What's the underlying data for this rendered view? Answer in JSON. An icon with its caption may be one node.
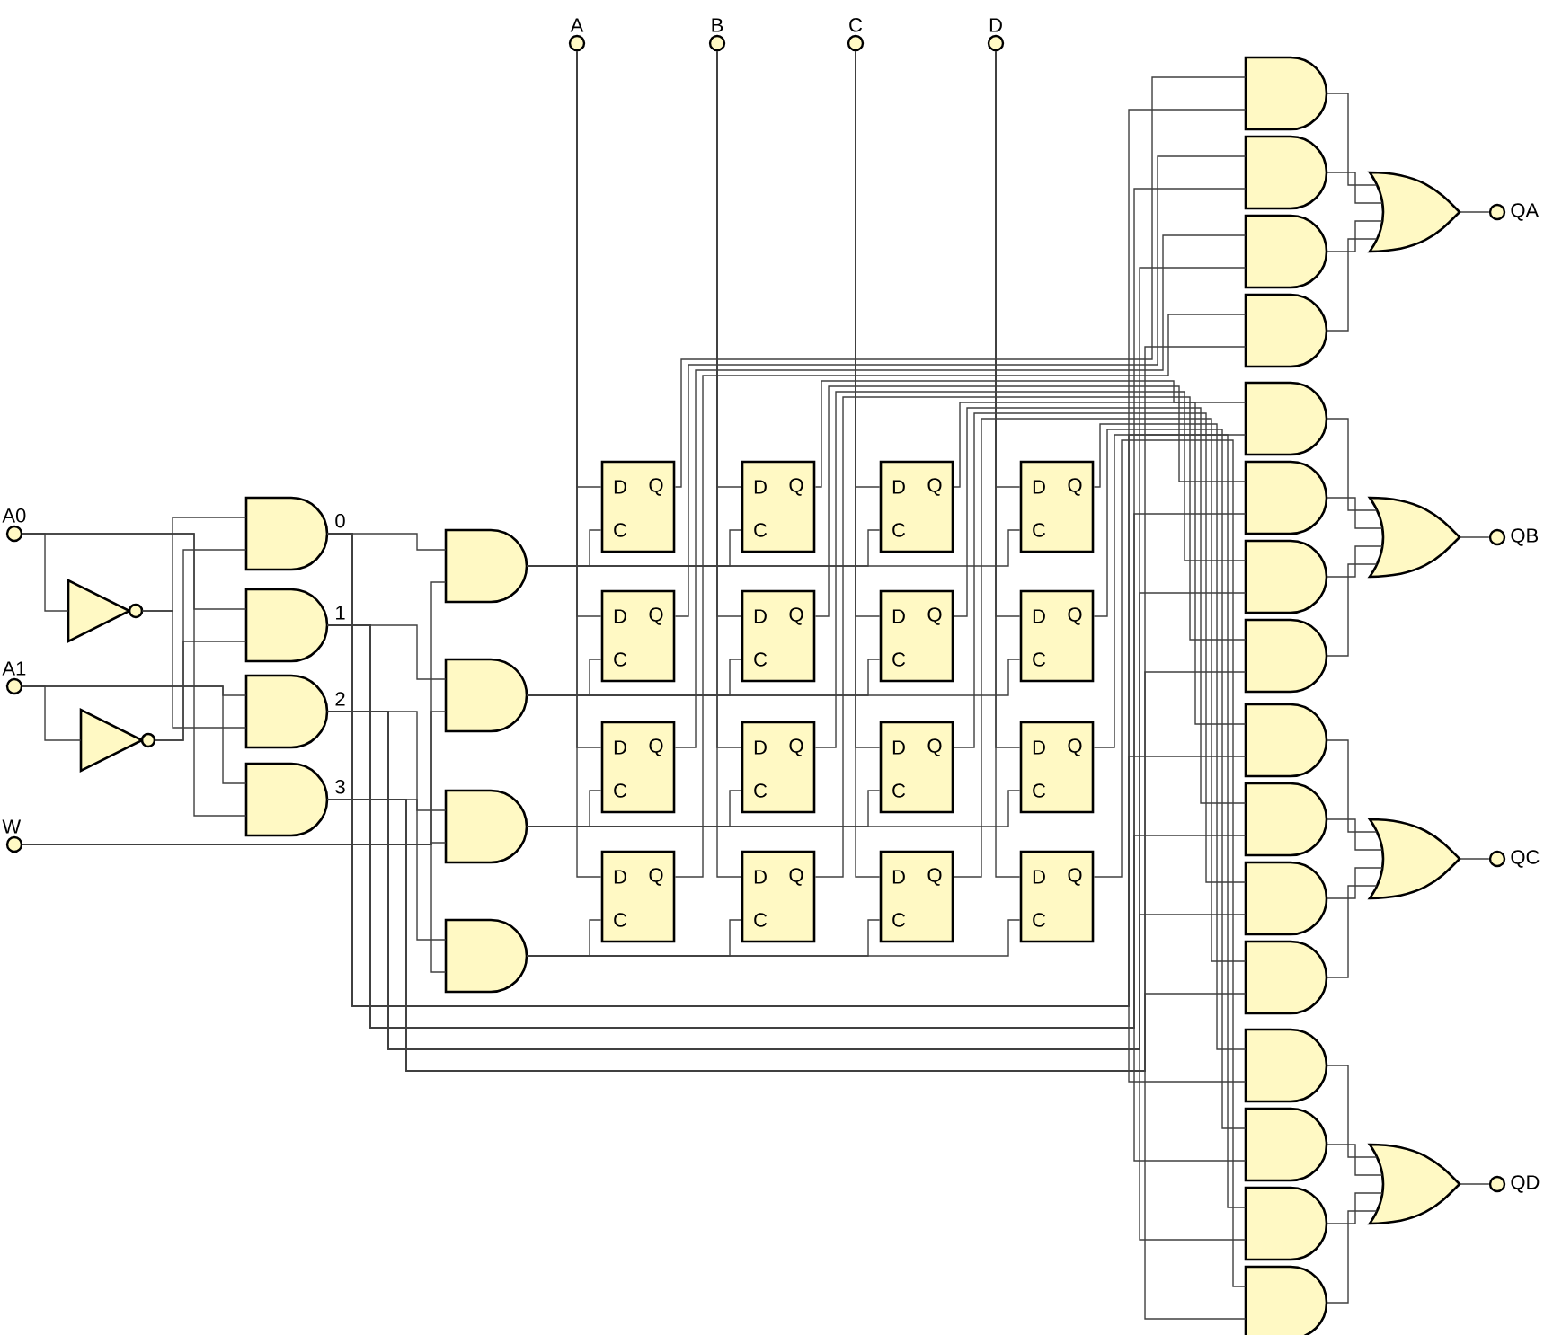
{
  "diagram": {
    "nodes": [
      {
        "text": [
          "A0"
        ]
      },
      {
        "text": [
          "A1"
        ]
      },
      {
        "text": [
          "W"
        ]
      },
      {
        "text": [
          "A"
        ]
      },
      {
        "text": [
          "B"
        ]
      },
      {
        "text": [
          "C"
        ]
      },
      {
        "text": [
          "D"
        ]
      },
      {
        "text": [],
        "shape": "triangle"
      },
      {
        "text": [],
        "shape": "triangle"
      },
      {
        "text": [],
        "shape": "gate",
        "beside": [
          "0"
        ]
      },
      {
        "text": [],
        "shape": "gate",
        "beside": [
          "1"
        ]
      },
      {
        "text": [],
        "shape": "gate",
        "beside": [
          "2"
        ]
      },
      {
        "text": [],
        "shape": "gate",
        "beside": [
          "3"
        ]
      },
      {
        "text": [],
        "shape": "gate"
      },
      {
        "text": [],
        "shape": "gate"
      },
      {
        "text": [],
        "shape": "gate"
      },
      {
        "text": [],
        "shape": "gate"
      },
      {
        "text": [
          "D",
          "Q",
          "C"
        ]
      },
      {
        "text": [
          "D",
          "Q",
          "C"
        ]
      },
      {
        "text": [
          "D",
          "Q",
          "C"
        ]
      },
      {
        "text": [
          "D",
          "Q",
          "C"
        ]
      },
      {
        "text": [
          "D",
          "Q",
          "C"
        ]
      },
      {
        "text": [
          "D",
          "Q",
          "C"
        ]
      },
      {
        "text": [
          "D",
          "Q",
          "C"
        ]
      },
      {
        "text": [
          "D",
          "Q",
          "C"
        ]
      },
      {
        "text": [
          "D",
          "Q",
          "C"
        ]
      },
      {
        "text": [
          "D",
          "Q",
          "C"
        ]
      },
      {
        "text": [
          "D",
          "Q",
          "C"
        ]
      },
      {
        "text": [
          "D",
          "Q",
          "C"
        ]
      },
      {
        "text": [
          "D",
          "Q",
          "C"
        ]
      },
      {
        "text": [
          "D",
          "Q",
          "C"
        ]
      },
      {
        "text": [
          "D",
          "Q",
          "C"
        ]
      },
      {
        "text": [
          "D",
          "Q",
          "C"
        ]
      },
      {
        "text": [],
        "shape": "gate"
      },
      {
        "text": [],
        "shape": "gate"
      },
      {
        "text": [],
        "shape": "gate"
      },
      {
        "text": [],
        "shape": "gate"
      },
      {
        "text": [],
        "shape": "gate"
      },
      {
        "text": [],
        "shape": "gate"
      },
      {
        "text": [],
        "shape": "gate"
      },
      {
        "text": [],
        "shape": "gate"
      },
      {
        "text": [],
        "shape": "gate"
      },
      {
        "text": [],
        "shape": "gate"
      },
      {
        "text": [],
        "shape": "gate"
      },
      {
        "text": [],
        "shape": "gate"
      },
      {
        "text": [],
        "shape": "gate"
      },
      {
        "text": [],
        "shape": "gate"
      },
      {
        "text": [],
        "shape": "gate"
      },
      {
        "text": [],
        "shape": "gate"
      },
      {
        "text": [],
        "shape": "shield"
      },
      {
        "text": [],
        "shape": "shield"
      },
      {
        "text": [],
        "shape": "shield"
      },
      {
        "text": [],
        "shape": "shield"
      },
      {
        "text": [
          "QA"
        ]
      },
      {
        "text": [
          "QB"
        ]
      },
      {
        "text": [
          "QC"
        ]
      },
      {
        "text": [
          "QD"
        ]
      }
    ],
    "edges": [
      {
        "from": 0,
        "to": 7,
        "arrow": "none"
      },
      {
        "from": 1,
        "to": 8,
        "arrow": "none"
      },
      {
        "from": 7,
        "to": 9,
        "arrow": "none"
      },
      {
        "from": 8,
        "to": 9,
        "arrow": "none"
      },
      {
        "from": 0,
        "to": 10,
        "arrow": "none"
      },
      {
        "from": 8,
        "to": 10,
        "arrow": "none"
      },
      {
        "from": 1,
        "to": 11,
        "arrow": "none"
      },
      {
        "from": 7,
        "to": 11,
        "arrow": "none"
      },
      {
        "from": 1,
        "to": 12,
        "arrow": "none"
      },
      {
        "from": 0,
        "to": 12,
        "arrow": "none"
      },
      {
        "from": 9,
        "to": 13,
        "arrow": "none"
      },
      {
        "from": 2,
        "to": 13,
        "arrow": "none"
      },
      {
        "from": 10,
        "to": 14,
        "arrow": "none"
      },
      {
        "from": 2,
        "to": 14,
        "arrow": "none"
      },
      {
        "from": 11,
        "to": 15,
        "arrow": "none"
      },
      {
        "from": 2,
        "to": 15,
        "arrow": "none"
      },
      {
        "from": 12,
        "to": 16,
        "arrow": "none"
      },
      {
        "from": 2,
        "to": 16,
        "arrow": "none"
      },
      {
        "from": 3,
        "to": 17,
        "arrow": "none"
      },
      {
        "from": 3,
        "to": 21,
        "arrow": "none"
      },
      {
        "from": 3,
        "to": 25,
        "arrow": "none"
      },
      {
        "from": 3,
        "to": 29,
        "arrow": "none"
      },
      {
        "from": 4,
        "to": 18,
        "arrow": "none"
      },
      {
        "from": 4,
        "to": 22,
        "arrow": "none"
      },
      {
        "from": 4,
        "to": 26,
        "arrow": "none"
      },
      {
        "from": 4,
        "to": 30,
        "arrow": "none"
      },
      {
        "from": 5,
        "to": 19,
        "arrow": "none"
      },
      {
        "from": 5,
        "to": 23,
        "arrow": "none"
      },
      {
        "from": 5,
        "to": 27,
        "arrow": "none"
      },
      {
        "from": 5,
        "to": 31,
        "arrow": "none"
      },
      {
        "from": 6,
        "to": 20,
        "arrow": "none"
      },
      {
        "from": 6,
        "to": 24,
        "arrow": "none"
      },
      {
        "from": 6,
        "to": 28,
        "arrow": "none"
      },
      {
        "from": 6,
        "to": 32,
        "arrow": "none"
      },
      {
        "from": 13,
        "to": 17,
        "arrow": "none"
      },
      {
        "from": 13,
        "to": 18,
        "arrow": "none"
      },
      {
        "from": 13,
        "to": 19,
        "arrow": "none"
      },
      {
        "from": 13,
        "to": 20,
        "arrow": "none"
      },
      {
        "from": 14,
        "to": 21,
        "arrow": "none"
      },
      {
        "from": 14,
        "to": 22,
        "arrow": "none"
      },
      {
        "from": 14,
        "to": 23,
        "arrow": "none"
      },
      {
        "from": 14,
        "to": 24,
        "arrow": "none"
      },
      {
        "from": 15,
        "to": 25,
        "arrow": "none"
      },
      {
        "from": 15,
        "to": 26,
        "arrow": "none"
      },
      {
        "from": 15,
        "to": 27,
        "arrow": "none"
      },
      {
        "from": 15,
        "to": 28,
        "arrow": "none"
      },
      {
        "from": 16,
        "to": 29,
        "arrow": "none"
      },
      {
        "from": 16,
        "to": 30,
        "arrow": "none"
      },
      {
        "from": 16,
        "to": 31,
        "arrow": "none"
      },
      {
        "from": 16,
        "to": 32,
        "arrow": "none"
      },
      {
        "from": 17,
        "to": 33,
        "arrow": "none"
      },
      {
        "from": 21,
        "to": 34,
        "arrow": "none"
      },
      {
        "from": 25,
        "to": 35,
        "arrow": "none"
      },
      {
        "from": 29,
        "to": 36,
        "arrow": "none"
      },
      {
        "from": 18,
        "to": 37,
        "arrow": "none"
      },
      {
        "from": 22,
        "to": 38,
        "arrow": "none"
      },
      {
        "from": 26,
        "to": 39,
        "arrow": "none"
      },
      {
        "from": 30,
        "to": 40,
        "arrow": "none"
      },
      {
        "from": 19,
        "to": 41,
        "arrow": "none"
      },
      {
        "from": 23,
        "to": 42,
        "arrow": "none"
      },
      {
        "from": 27,
        "to": 43,
        "arrow": "none"
      },
      {
        "from": 31,
        "to": 44,
        "arrow": "none"
      },
      {
        "from": 20,
        "to": 45,
        "arrow": "none"
      },
      {
        "from": 24,
        "to": 46,
        "arrow": "none"
      },
      {
        "from": 28,
        "to": 47,
        "arrow": "none"
      },
      {
        "from": 32,
        "to": 48,
        "arrow": "none"
      },
      {
        "from": 9,
        "to": 33,
        "arrow": "none"
      },
      {
        "from": 9,
        "to": 37,
        "arrow": "none"
      },
      {
        "from": 9,
        "to": 41,
        "arrow": "none"
      },
      {
        "from": 9,
        "to": 45,
        "arrow": "none"
      },
      {
        "from": 10,
        "to": 34,
        "arrow": "none"
      },
      {
        "from": 10,
        "to": 38,
        "arrow": "none"
      },
      {
        "from": 10,
        "to": 42,
        "arrow": "none"
      },
      {
        "from": 10,
        "to": 46,
        "arrow": "none"
      },
      {
        "from": 11,
        "to": 35,
        "arrow": "none"
      },
      {
        "from": 11,
        "to": 39,
        "arrow": "none"
      },
      {
        "from": 11,
        "to": 43,
        "arrow": "none"
      },
      {
        "from": 11,
        "to": 47,
        "arrow": "none"
      },
      {
        "from": 12,
        "to": 36,
        "arrow": "none"
      },
      {
        "from": 12,
        "to": 40,
        "arrow": "none"
      },
      {
        "from": 12,
        "to": 44,
        "arrow": "none"
      },
      {
        "from": 12,
        "to": 48,
        "arrow": "none"
      },
      {
        "from": 33,
        "to": 49,
        "arrow": "none"
      },
      {
        "from": 34,
        "to": 49,
        "arrow": "none"
      },
      {
        "from": 35,
        "to": 49,
        "arrow": "none"
      },
      {
        "from": 36,
        "to": 49,
        "arrow": "none"
      },
      {
        "from": 37,
        "to": 50,
        "arrow": "none"
      },
      {
        "from": 38,
        "to": 50,
        "arrow": "none"
      },
      {
        "from": 39,
        "to": 50,
        "arrow": "none"
      },
      {
        "from": 40,
        "to": 50,
        "arrow": "none"
      },
      {
        "from": 41,
        "to": 51,
        "arrow": "none"
      },
      {
        "from": 42,
        "to": 51,
        "arrow": "none"
      },
      {
        "from": 43,
        "to": 51,
        "arrow": "none"
      },
      {
        "from": 44,
        "to": 51,
        "arrow": "none"
      },
      {
        "from": 45,
        "to": 52,
        "arrow": "none"
      },
      {
        "from": 46,
        "to": 52,
        "arrow": "none"
      },
      {
        "from": 47,
        "to": 52,
        "arrow": "none"
      },
      {
        "from": 48,
        "to": 52,
        "arrow": "none"
      },
      {
        "from": 49,
        "to": 53,
        "arrow": "none"
      },
      {
        "from": 50,
        "to": 54,
        "arrow": "none"
      },
      {
        "from": 51,
        "to": 55,
        "arrow": "none"
      },
      {
        "from": 52,
        "to": 56,
        "arrow": "none"
      }
    ]
  }
}
